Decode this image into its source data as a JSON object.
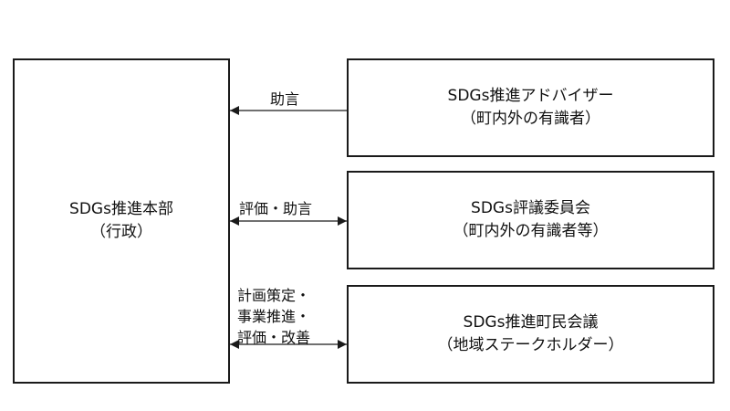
{
  "hq": {
    "title": "SDGs推進本部",
    "subtitle": "（行政）"
  },
  "advisor": {
    "title": "SDGs推進アドバイザー",
    "subtitle": "（町内外の有識者）"
  },
  "committee": {
    "title": "SDGs評議委員会",
    "subtitle": "（町内外の有識者等）"
  },
  "council": {
    "title": "SDGs推進町民会議",
    "subtitle": "（地域ステークホルダー）"
  },
  "links": {
    "advice": "助言",
    "evaluation": "評価・助言",
    "planning": [
      "計画策定・",
      "事業推進・",
      "評価・改善"
    ]
  },
  "colors": {
    "line": "#1a1a1a",
    "background": "#ffffff"
  }
}
